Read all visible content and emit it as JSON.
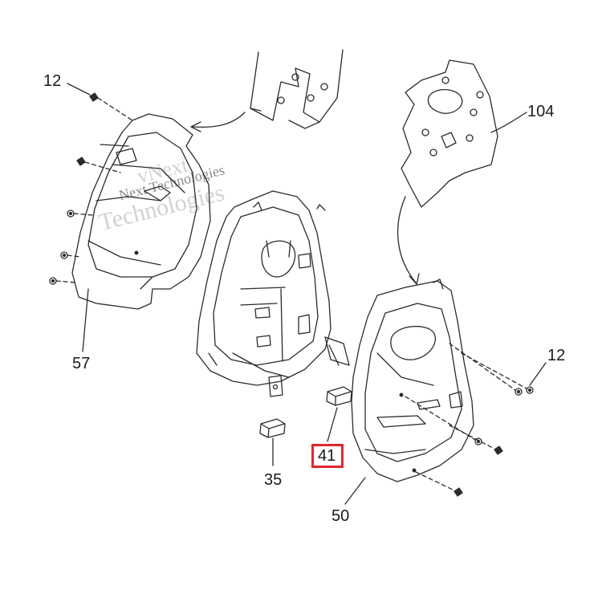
{
  "callouts": {
    "c12_top": "12",
    "c104": "104",
    "c12_right": "12",
    "c57": "57",
    "c35": "35",
    "c41": "41",
    "c50": "50"
  },
  "highlight": {
    "callout": "41",
    "color": "#e3262e"
  },
  "watermark": {
    "line1": "vNext",
    "line2": "Next Technologies",
    "line3": "Technologies"
  }
}
